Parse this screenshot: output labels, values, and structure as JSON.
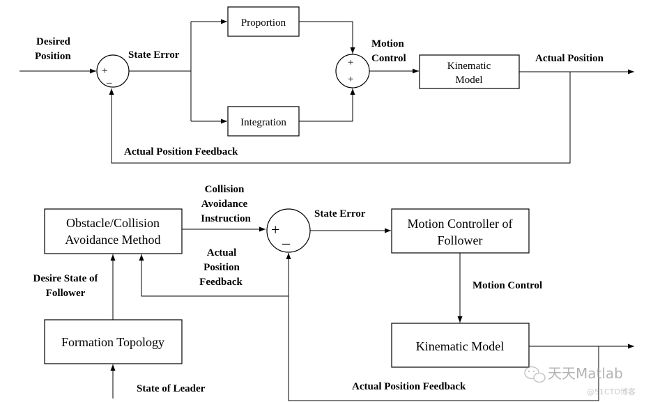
{
  "top": {
    "desired_position": [
      "Desired",
      "Position"
    ],
    "state_error": "State Error",
    "proportion": "Proportion",
    "integration": "Integration",
    "motion_control": [
      "Motion",
      "Control"
    ],
    "kinematic_model": [
      "Kinematic",
      "Model"
    ],
    "actual_position": "Actual Position",
    "feedback": "Actual Position Feedback",
    "sum1_signs": [
      "+",
      "_"
    ],
    "sum2_signs": [
      "+",
      "+"
    ]
  },
  "bottom": {
    "obstacle_box": [
      "Obstacle/Collision",
      "Avoidance Method"
    ],
    "collision_instruction": [
      "Collision",
      "Avoidance",
      "Instruction"
    ],
    "state_error": "State Error",
    "motion_controller_box": [
      "Motion Controller of",
      "Follower"
    ],
    "actual_position_feedback_mid": [
      "Actual",
      "Position",
      "Feedback"
    ],
    "desire_state": [
      "Desire State of",
      "Follower"
    ],
    "motion_control": "Motion Control",
    "formation_topology": "Formation  Topology",
    "kinematic_model": "Kinematic  Model",
    "state_of_leader": "State of Leader",
    "actual_position_feedback": "Actual Position Feedback",
    "sum_signs": [
      "+",
      "_"
    ]
  },
  "watermark": {
    "brand": "天天Matlab",
    "source": "@51CTO博客"
  }
}
